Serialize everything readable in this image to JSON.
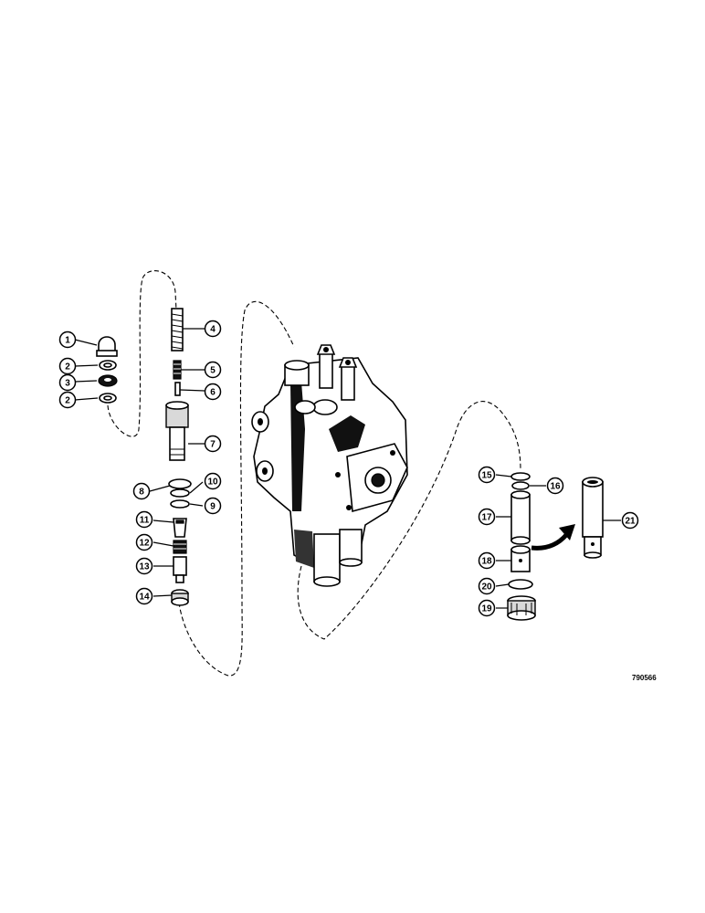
{
  "callouts": {
    "c1": "1",
    "c2a": "2",
    "c3": "3",
    "c2b": "2",
    "c4": "4",
    "c5": "5",
    "c6": "6",
    "c7": "7",
    "c8": "8",
    "c9": "9",
    "c10": "10",
    "c11": "11",
    "c12": "12",
    "c13": "13",
    "c14": "14",
    "c15": "15",
    "c16": "16",
    "c17": "17",
    "c18": "18",
    "c19": "19",
    "c20": "20",
    "c21": "21"
  },
  "reference_number": "790566"
}
